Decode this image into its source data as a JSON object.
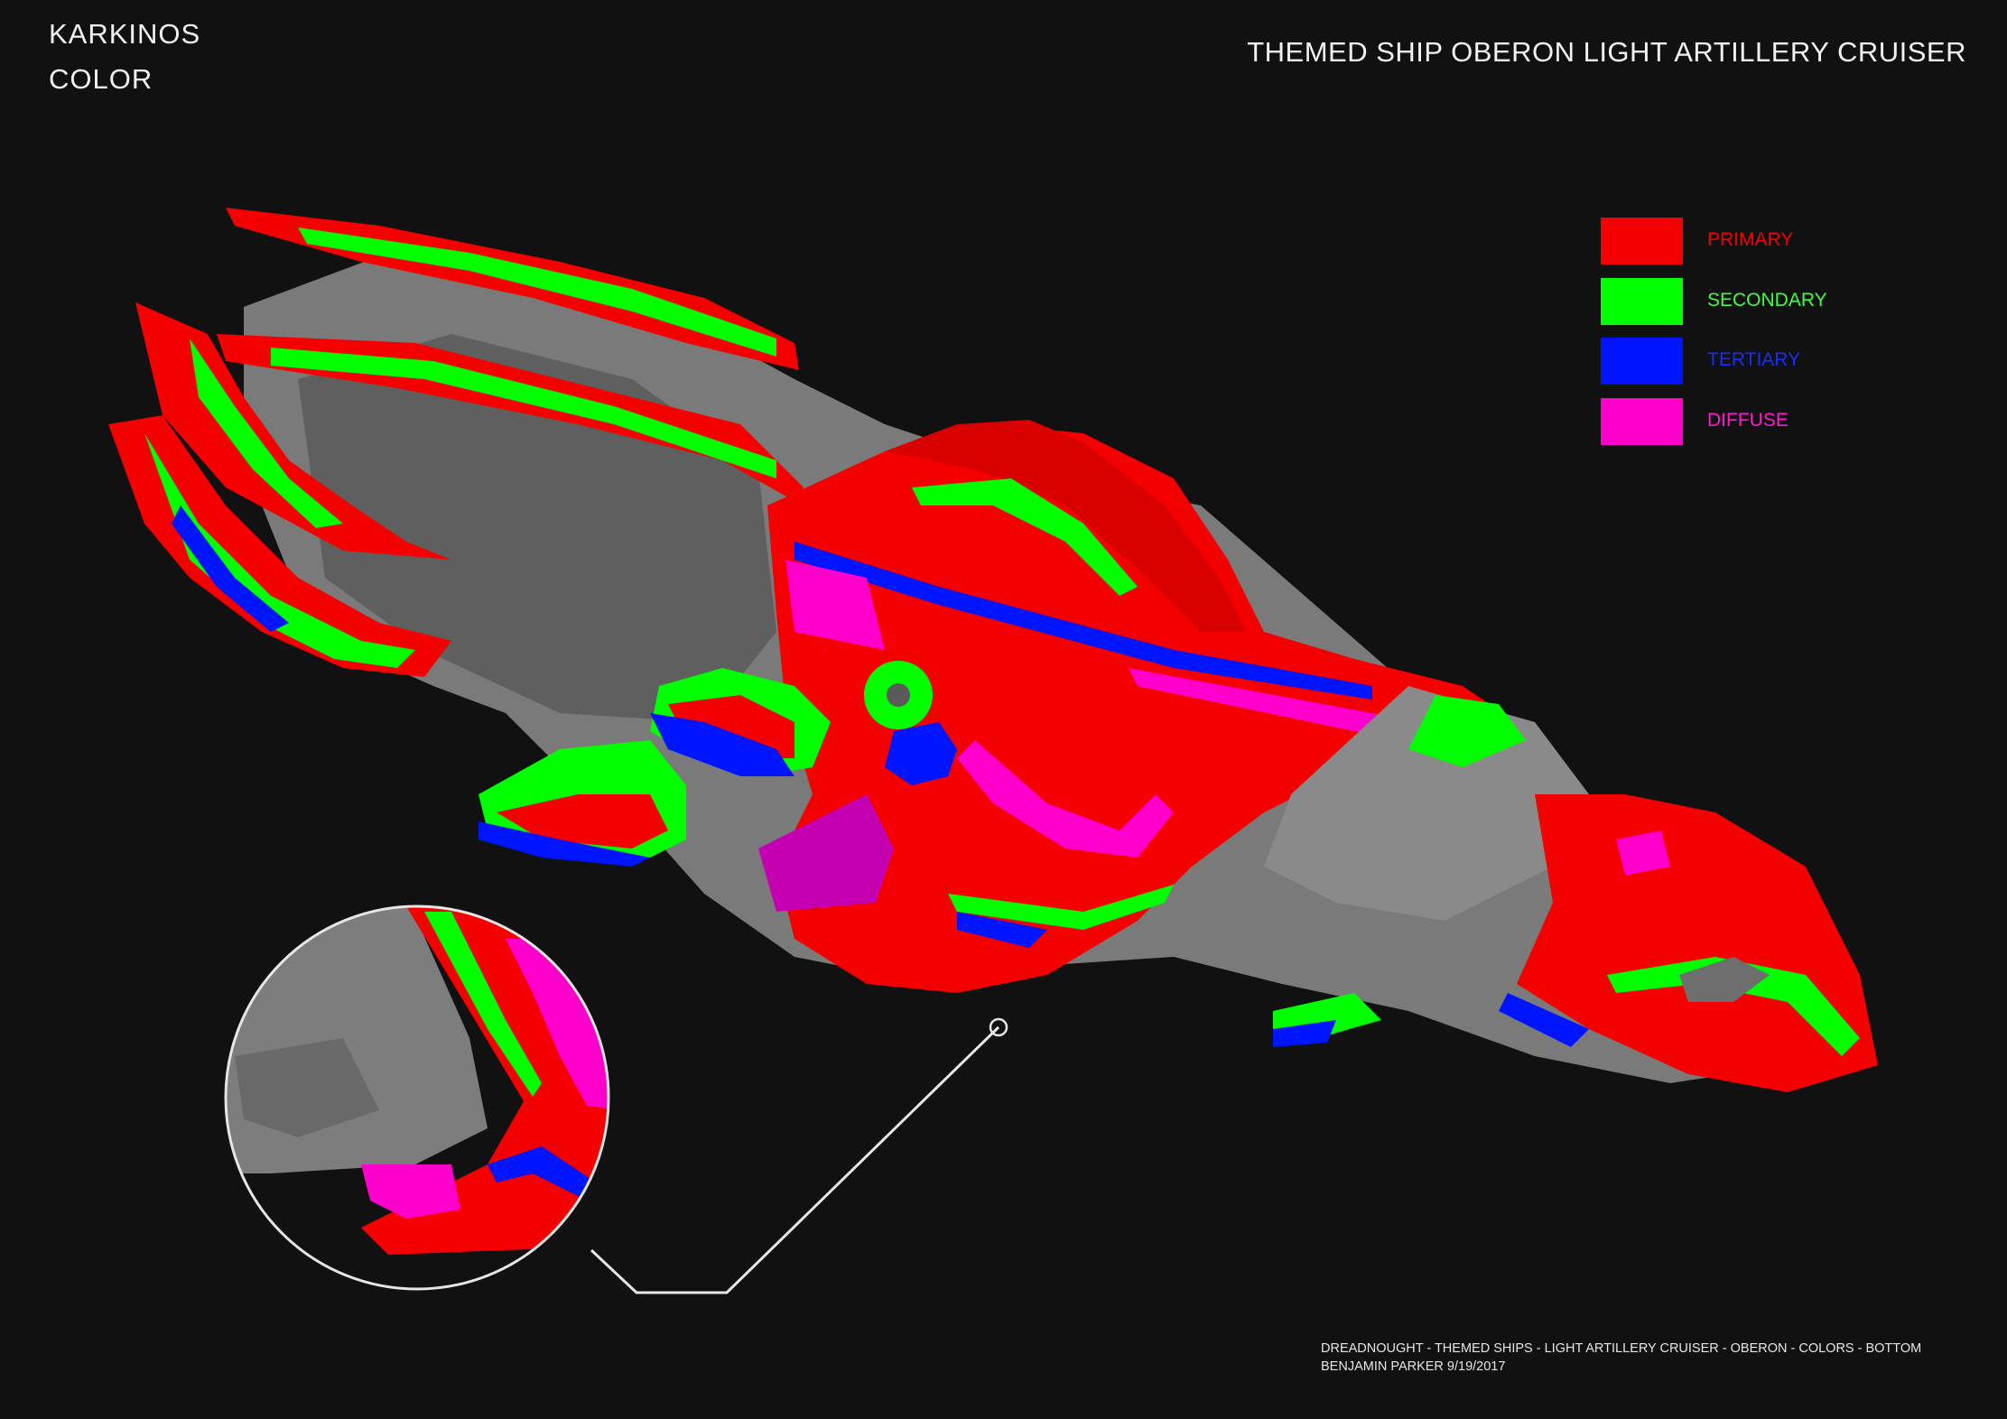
{
  "header": {
    "name": "KARKINOS",
    "subtitle": "COLOR",
    "title": "THEMED SHIP OBERON LIGHT ARTILLERY CRUISER"
  },
  "legend": {
    "items": [
      {
        "label": "PRIMARY",
        "color": "#f40000"
      },
      {
        "label": "SECONDARY",
        "color": "#00ff00"
      },
      {
        "label": "TERTIARY",
        "color": "#0015ff"
      },
      {
        "label": "DIFFUSE",
        "color": "#ff00cc"
      }
    ]
  },
  "colors": {
    "background": "#111111",
    "hull_gray": "#7d7d7d"
  },
  "footer": {
    "line1": "DREADNOUGHT - THEMED SHIPS - LIGHT ARTILLERY CRUISER - OBERON - COLORS - BOTTOM",
    "line2": "BENJAMIN PARKER 9/19/2017"
  }
}
